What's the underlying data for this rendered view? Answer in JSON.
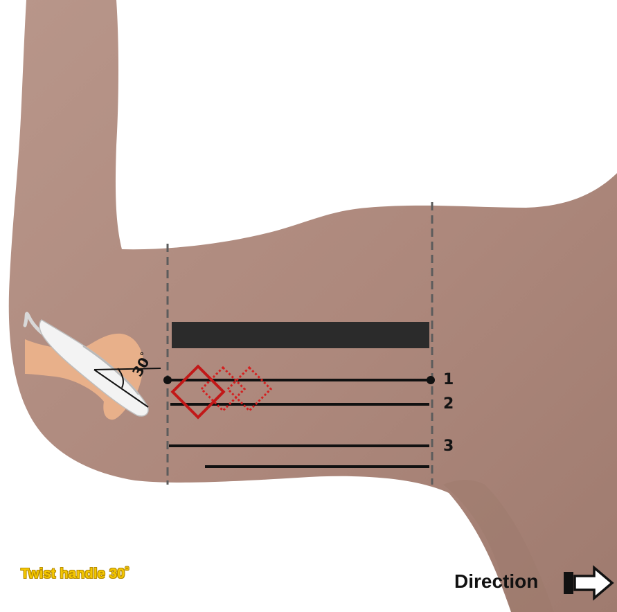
{
  "rows": [
    {
      "label": "1"
    },
    {
      "label": "2"
    },
    {
      "label": "3"
    }
  ],
  "angle_label": "30",
  "angle_unit": "°",
  "caption": "Twist handle 30˚",
  "direction_label": "Direction",
  "icons": {
    "direction_arrow": "right-arrow-icon",
    "handpiece": "ultrasound-handpiece-icon"
  },
  "colors": {
    "skin": "#b08b7f",
    "skin_shadow": "#9a776b",
    "treatment_line": "#111111",
    "line_glow": "#f2d200",
    "zone_bar": "#2b2b2b",
    "target_marker": "#c21818",
    "guide_dash": "#5c5c5c",
    "caption_text": "#f5c800"
  }
}
